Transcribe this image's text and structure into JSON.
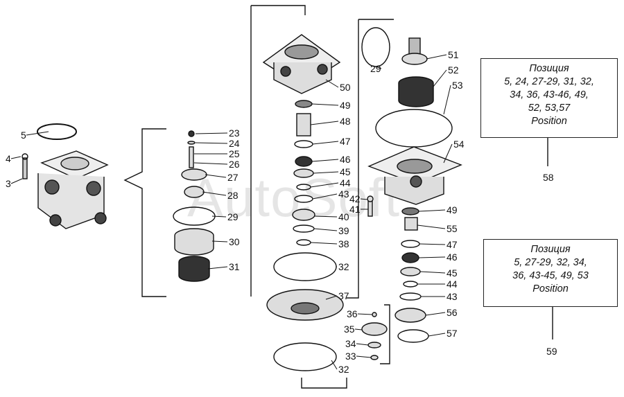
{
  "labels": [
    "5",
    "4",
    "3",
    "23",
    "24",
    "25",
    "26",
    "27",
    "28",
    "29",
    "30",
    "31",
    "50",
    "49",
    "48",
    "47",
    "46",
    "45",
    "44",
    "43",
    "40",
    "39",
    "38",
    "32",
    "37",
    "32",
    "29",
    "51",
    "52",
    "53",
    "54",
    "42",
    "41",
    "49",
    "55",
    "47",
    "46",
    "45",
    "44",
    "43",
    "56",
    "57",
    "36",
    "35",
    "34",
    "33",
    "58",
    "59"
  ],
  "box58": {
    "ru": "Позиция",
    "lines": [
      "5, 24, 27-29, 31, 32,",
      "34, 36, 43-46, 49,",
      "52, 53,57"
    ],
    "en": "Position"
  },
  "box59": {
    "ru": "Позиция",
    "lines": [
      "5, 27-29, 32, 34,",
      "36, 43-45, 49, 53"
    ],
    "en": "Position"
  },
  "watermark": "AutoSoft"
}
